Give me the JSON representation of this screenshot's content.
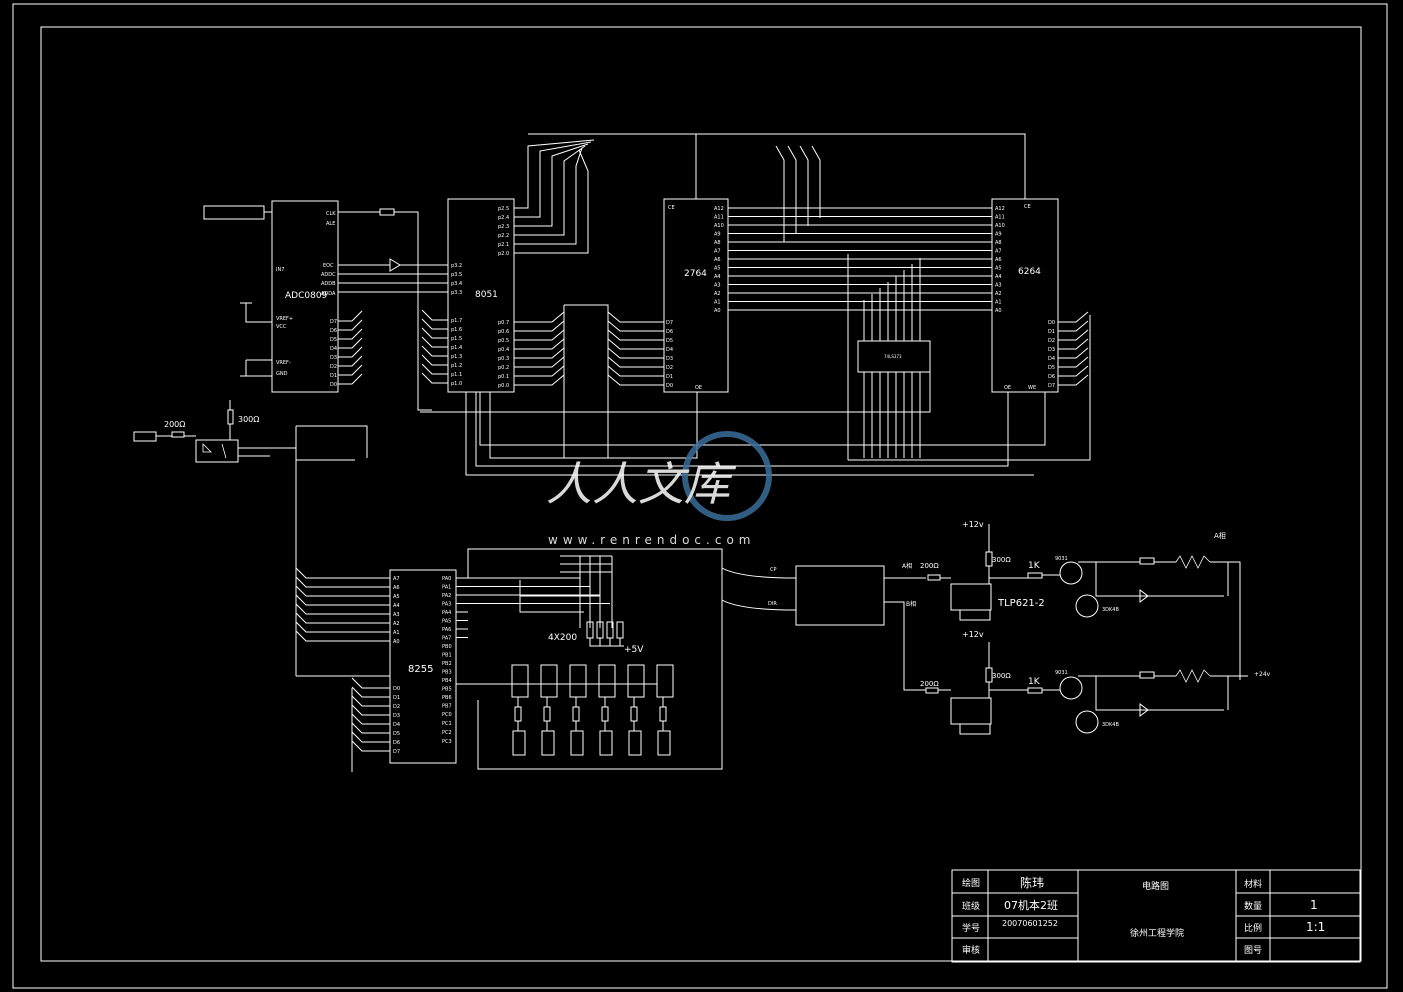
{
  "chips": {
    "adc": "ADC0809",
    "mcu": "8051",
    "eprom": "2764",
    "sram": "6264",
    "ppi": "8255",
    "opto1": "TLP621-2"
  },
  "adc_pins": {
    "in": "IN7",
    "clk": "CLK",
    "ale": "ALE",
    "eoc": "EOC",
    "addc": "ADDC",
    "addb": "ADDB",
    "adda": "ADDA",
    "vref_p": "VREF+",
    "vcc": "VCC",
    "vref_n": "VREF-",
    "gnd": "GND",
    "data": [
      "D7",
      "D6",
      "D5",
      "D4",
      "D3",
      "D2",
      "D1",
      "D0"
    ]
  },
  "mcu_pins": {
    "p2": [
      "p2.5",
      "p2.4",
      "p2.3",
      "p2.2",
      "p2.1",
      "p2.0"
    ],
    "p3": [
      "p3.2",
      "p3.5",
      "p3.4",
      "p3.3"
    ],
    "p1": [
      "p1.7",
      "p1.6",
      "p1.5",
      "p1.4",
      "p1.3",
      "p1.2",
      "p1.1",
      "p1.0"
    ],
    "p0": [
      "p0.7",
      "p0.6",
      "p0.5",
      "p0.4",
      "p0.3",
      "p0.2",
      "p0.1",
      "p0.0"
    ]
  },
  "eprom_pins": {
    "ce": "CE",
    "addr": [
      "A12",
      "A11",
      "A10",
      "A9",
      "A8",
      "A7",
      "A6",
      "A5",
      "A4",
      "A3",
      "A2",
      "A1",
      "A0"
    ],
    "data": [
      "D7",
      "D6",
      "D5",
      "D4",
      "D3",
      "D2",
      "D1",
      "D0"
    ],
    "oe": "OE"
  },
  "sram_pins": {
    "ce": "CE",
    "addr": [
      "A12",
      "A11",
      "A10",
      "A9",
      "A8",
      "A7",
      "A6",
      "A5",
      "A4",
      "A3",
      "A2",
      "A1",
      "A0"
    ],
    "data": [
      "D0",
      "D1",
      "D2",
      "D3",
      "D4",
      "D5",
      "D6",
      "D7"
    ],
    "oe": "OE",
    "we": "WE"
  },
  "ppi_pins": {
    "left": [
      "A7",
      "A6",
      "A5",
      "A4",
      "A3",
      "A2",
      "A1",
      "A0"
    ],
    "data": [
      "D0",
      "D1",
      "D2",
      "D3",
      "D4",
      "D5",
      "D6",
      "D7"
    ],
    "pa": [
      "PA0",
      "PA1",
      "PA2",
      "PA3",
      "PA4",
      "PA5",
      "PA6",
      "PA7"
    ],
    "pb": [
      "PB0",
      "PB1",
      "PB2",
      "PB3",
      "PB4",
      "PB5",
      "PB6",
      "PB7"
    ],
    "pc": [
      "PC0",
      "PC1",
      "PC2",
      "PC3"
    ]
  },
  "labels": {
    "r200_left": "200Ω",
    "r300_left": "300Ω",
    "res_array": "4X200",
    "plus5v": "+5V",
    "plus12v_top": "+12v",
    "plus12v_bot": "+12v",
    "r200_top": "200Ω",
    "r200_bot": "200Ω",
    "r300_top": "300Ω",
    "r300_bot": "300Ω",
    "r1k_top": "1K",
    "r1k_bot": "1K",
    "plus24v": "+24v",
    "cp": "CP",
    "dir": "DIR",
    "a_phase": "A相",
    "a_out": "A相",
    "b_out": "B相",
    "q_top": "9031",
    "q_bot": "9031",
    "q2_top": "3DK4B",
    "q2_bot": "3DK4B",
    "latch": "74LS373"
  },
  "title_block": {
    "drawn_label": "绘图",
    "drawn_value": "陈玮",
    "class_label": "班级",
    "class_value": "07机本2班",
    "id_label": "学号",
    "id_value": "20070601252",
    "review_label": "审核",
    "title": "电路图",
    "school": "徐州工程学院",
    "material_label": "材料",
    "qty_label": "数量",
    "qty_value": "1",
    "scale_label": "比例",
    "scale_value": "1:1",
    "drawing_no_label": "图号"
  },
  "watermark": {
    "brand": "人人文库",
    "url": "www.renrendoc.com"
  },
  "colors": {
    "background": "#000000",
    "line": "#ffffff",
    "watermark": "#3a6e9a"
  }
}
